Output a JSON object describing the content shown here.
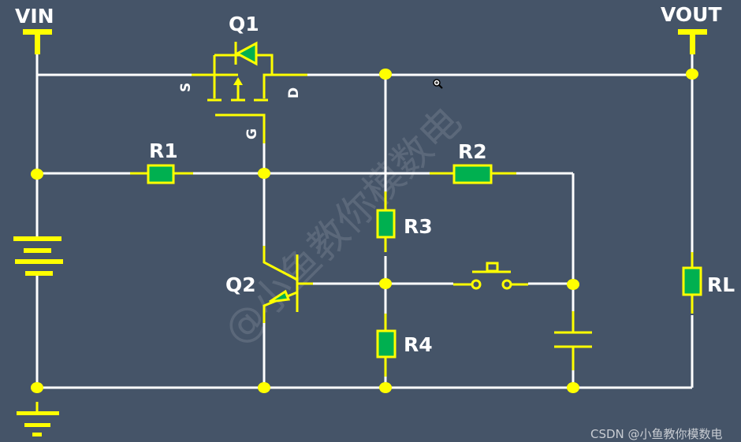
{
  "diagram": {
    "title": "MOSFET soft-start / power switch circuit",
    "labels": {
      "vin": "VIN",
      "vout": "VOUT",
      "q1": "Q1",
      "q2": "Q2",
      "r1": "R1",
      "r2": "R2",
      "r3": "R3",
      "r4": "R4",
      "rl": "RL"
    },
    "pins": {
      "source": "S",
      "drain": "D",
      "gate": "G"
    },
    "watermark": "@小鱼教你模数电",
    "credit": "CSDN @小鱼教你模数电"
  },
  "colors": {
    "background": "#455468",
    "wire": "#ffffff",
    "component": "#ffff00",
    "fill": "#00b050",
    "text": "#ffffff"
  }
}
